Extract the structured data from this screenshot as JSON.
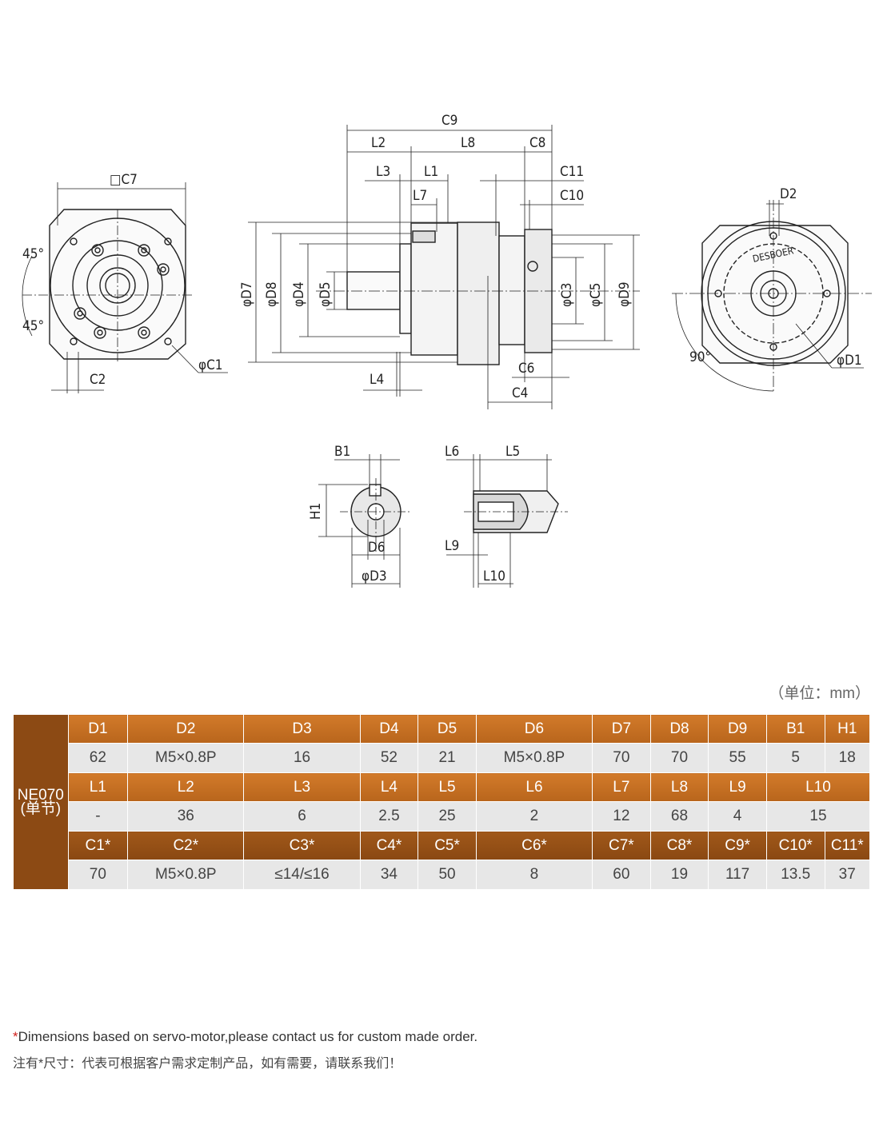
{
  "drawing": {
    "labels": {
      "c7_sq": "□C7",
      "c9": "C9",
      "l2": "L2",
      "l8": "L8",
      "c8": "C8",
      "l3": "L3",
      "l1": "L1",
      "c11": "C11",
      "l7": "L7",
      "c10": "C10",
      "d2": "D2",
      "d7": "φD7",
      "d8": "φD8",
      "d4": "φD4",
      "d5": "φD5",
      "c3": "φC3",
      "c5": "φC5",
      "d9": "φD9",
      "c1": "φC1",
      "c2": "C2",
      "l4": "L4",
      "c6": "C6",
      "c4": "C4",
      "d1": "φD1",
      "deg45a": "45°",
      "deg45b": "45°",
      "deg90": "90°",
      "brand": "DESBOER",
      "b1": "B1",
      "h1": "H1",
      "d6": "D6",
      "d3": "φD3",
      "l6": "L6",
      "l5": "L5",
      "l9": "L9",
      "l10": "L10"
    }
  },
  "unit_note": "（单位：mm）",
  "table": {
    "model": "NE070",
    "model_sub": "(单节)",
    "row1_headers": [
      "D1",
      "D2",
      "D3",
      "D4",
      "D5",
      "D6",
      "D7",
      "D8",
      "D9",
      "B1",
      "H1"
    ],
    "row1_values": [
      "62",
      "M5×0.8P",
      "16",
      "52",
      "21",
      "M5×0.8P",
      "70",
      "70",
      "55",
      "5",
      "18"
    ],
    "row2_headers": [
      "L1",
      "L2",
      "L3",
      "L4",
      "L5",
      "L6",
      "L7",
      "L8",
      "L9",
      "L10"
    ],
    "row2_values": [
      "-",
      "36",
      "6",
      "2.5",
      "25",
      "2",
      "12",
      "68",
      "4",
      "15"
    ],
    "row3_headers": [
      "C1*",
      "C2*",
      "C3*",
      "C4*",
      "C5*",
      "C6*",
      "C7*",
      "C8*",
      "C9*",
      "C10*",
      "C11*"
    ],
    "row3_values": [
      "70",
      "M5×0.8P",
      "≤14/≤16",
      "34",
      "50",
      "8",
      "60",
      "19",
      "117",
      "13.5",
      "37"
    ]
  },
  "notes": {
    "star": "*",
    "english": "Dimensions based on servo-motor,please contact us for custom made order.",
    "chinese": "注有*尺寸：代表可根据客户需求定制产品，如有需要，请联系我们！"
  }
}
